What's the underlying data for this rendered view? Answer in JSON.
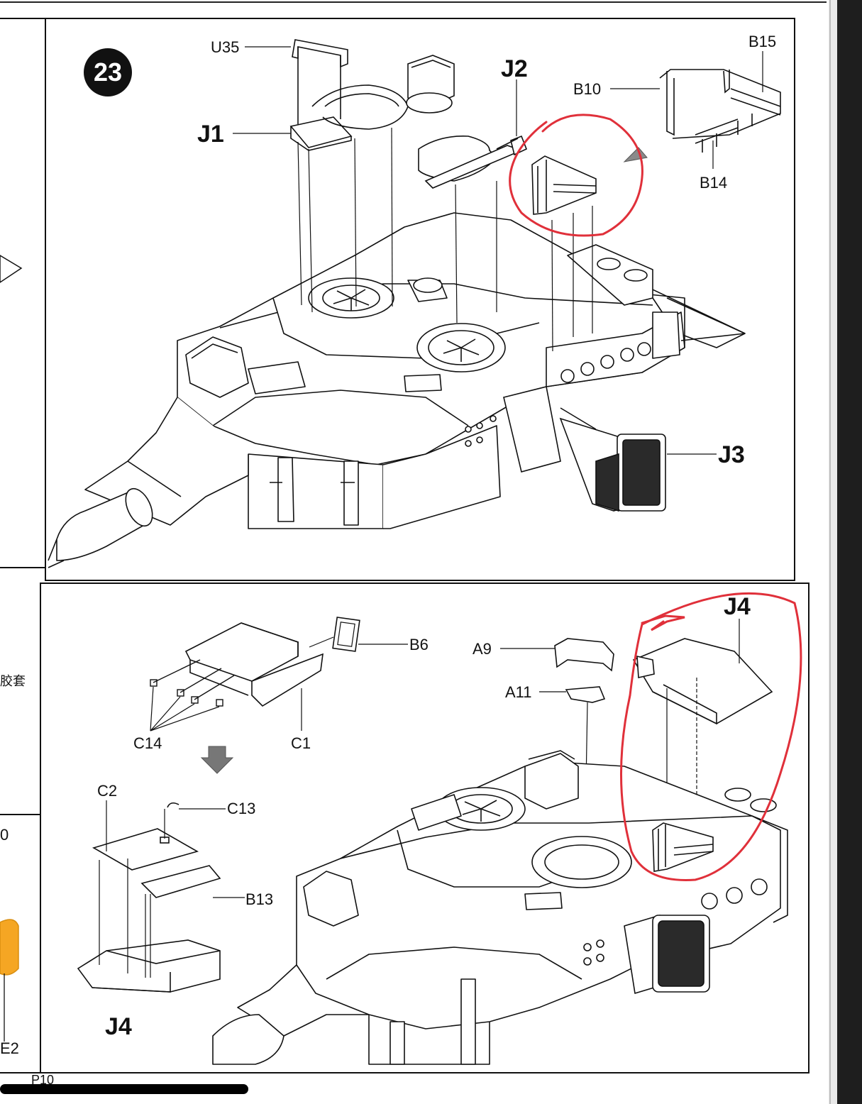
{
  "page": {
    "step_number": "23",
    "page_label": "P10",
    "chinese_fragment": "胶套",
    "edge_digit": "0",
    "edge_part": "E2"
  },
  "top_panel": {
    "callouts": {
      "u35": "U35",
      "j1": "J1",
      "j2": "J2",
      "b10": "B10",
      "b15": "B15",
      "b14": "B14",
      "j3": "J3"
    }
  },
  "bottom_panel": {
    "callouts": {
      "b6": "B6",
      "a9": "A9",
      "a11": "A11",
      "j4_top": "J4",
      "c14": "C14",
      "c1": "C1",
      "c2": "C2",
      "c13": "C13",
      "b13": "B13",
      "j4_bottom": "J4"
    }
  },
  "colors": {
    "annotation": "#e0303a",
    "edge_tab": "#f5a623",
    "dark_strip": "#1e1e1e",
    "line": "#111111",
    "fill": "#ffffff",
    "hatch": "#2a2a2a"
  }
}
